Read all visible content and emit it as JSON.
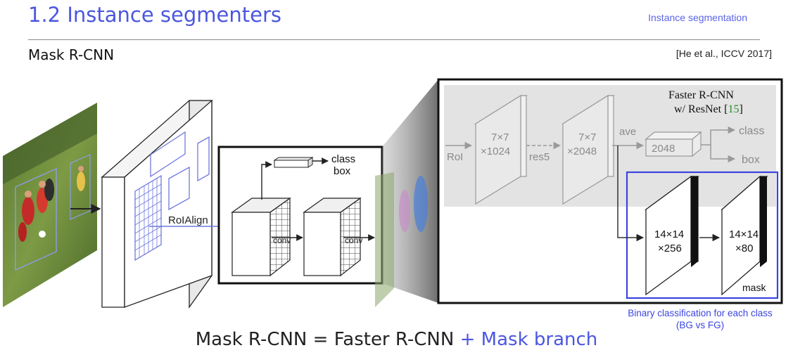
{
  "header": {
    "title": "1.2 Instance segmenters",
    "topic": "Instance segmentation",
    "subtitle": "Mask R-CNN",
    "citation": "[He et al., ICCV 2017]"
  },
  "diagram": {
    "roialign_label": "RoIAlign",
    "conv_label": "conv",
    "class_label": "class",
    "box_label": "box",
    "zoom": {
      "header_line1": "Faster R-CNN",
      "header_line2_prefix": "w/ ResNet [",
      "header_ref": "15",
      "header_line2_suffix": "]",
      "roi_label": "RoI",
      "res5_label": "res5",
      "ave_label": "ave",
      "block1_line1": "7×7",
      "block1_line2": "×1024",
      "block2_line1": "7×7",
      "block2_line2": "×2048",
      "vector_label": "2048",
      "class_label": "class",
      "box_label": "box",
      "mask_block1_line1": "14×14",
      "mask_block1_line2": "×256",
      "mask_block2_line1": "14×14",
      "mask_block2_line2": "×80",
      "mask_label": "mask"
    },
    "colors": {
      "accent": "#4b56e0",
      "mask_box": "#3b45e0",
      "roi_grid": "#6f78dd",
      "ref_green": "#2a8a2a"
    }
  },
  "binary_note": {
    "line1": "Binary classification for each class",
    "line2": "(BG vs FG)"
  },
  "caption": {
    "main": "Mask R-CNN = Faster R-CNN ",
    "accent": "+ Mask branch"
  }
}
